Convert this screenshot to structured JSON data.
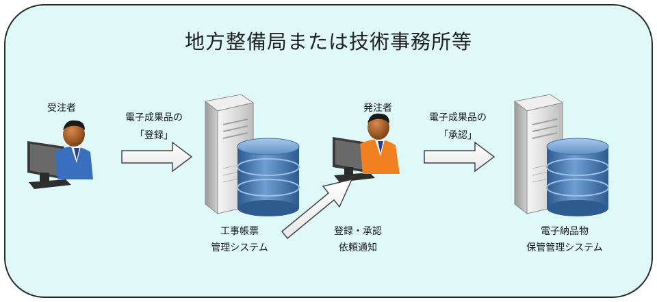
{
  "title": "地方整備局または技術事務所等",
  "actors": {
    "contractor": "受注者",
    "orderer": "発注者"
  },
  "flows": {
    "register": {
      "line1": "電子成果品の",
      "line2": "「登録」"
    },
    "approve": {
      "line1": "電子成果品の",
      "line2": "「承認」"
    },
    "request": {
      "line1": "登録・承認",
      "line2": "依頼通知"
    }
  },
  "systems": {
    "ledger": {
      "line1": "工事帳票",
      "line2": "管理システム"
    },
    "archive": {
      "line1": "電子納品物",
      "line2": "保管管理システム"
    }
  },
  "colors": {
    "panel_fill": "#dff8f8",
    "panel_border": "#2a2a2a",
    "db_blue": "#4f7fb5",
    "contractor_shirt": "#3a6fc0",
    "orderer_shirt": "#f08020"
  }
}
